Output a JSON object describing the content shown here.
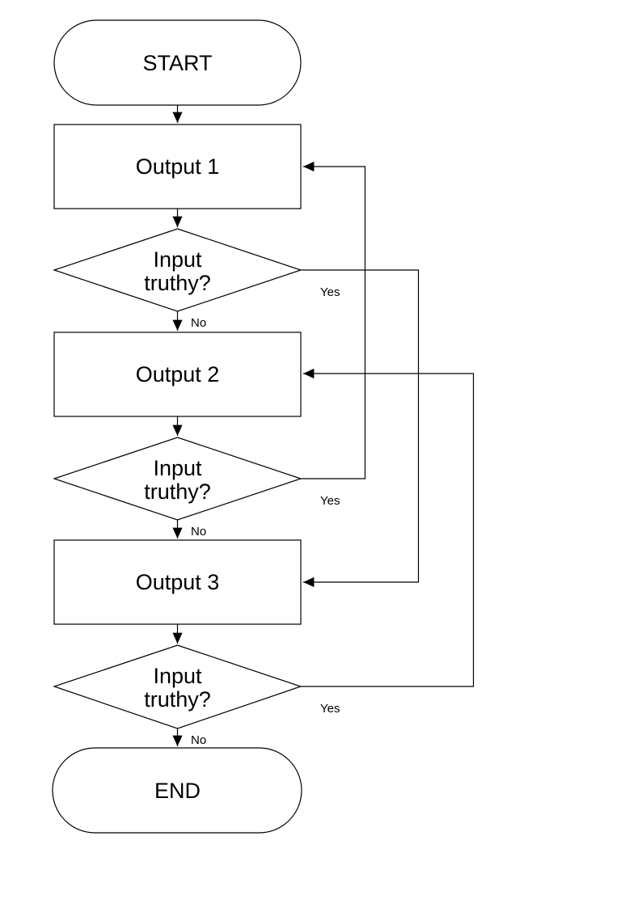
{
  "diagram": {
    "type": "flowchart",
    "background": "#ffffff",
    "colors": {
      "stroke": "#000000",
      "node_fill": "#ffffff",
      "text": "#000000"
    },
    "nodes": [
      {
        "id": "start",
        "shape": "terminator",
        "label": "START"
      },
      {
        "id": "output1",
        "shape": "process",
        "label": "Output 1"
      },
      {
        "id": "decision1",
        "shape": "decision",
        "label": "Input truthy?",
        "line1": "Input",
        "line2": "truthy?"
      },
      {
        "id": "output2",
        "shape": "process",
        "label": "Output 2"
      },
      {
        "id": "decision2",
        "shape": "decision",
        "label": "Input truthy?",
        "line1": "Input",
        "line2": "truthy?"
      },
      {
        "id": "output3",
        "shape": "process",
        "label": "Output 3"
      },
      {
        "id": "decision3",
        "shape": "decision",
        "label": "Input truthy?",
        "line1": "Input",
        "line2": "truthy?"
      },
      {
        "id": "end",
        "shape": "terminator",
        "label": "END"
      }
    ],
    "edges": [
      {
        "from": "start",
        "to": "output1",
        "label": ""
      },
      {
        "from": "output1",
        "to": "decision1",
        "label": ""
      },
      {
        "from": "decision1",
        "to": "output2",
        "label": "No"
      },
      {
        "from": "decision1",
        "to": "output3",
        "label": "Yes"
      },
      {
        "from": "output2",
        "to": "decision2",
        "label": ""
      },
      {
        "from": "decision2",
        "to": "output3",
        "label": "No"
      },
      {
        "from": "decision2",
        "to": "output1",
        "label": "Yes"
      },
      {
        "from": "output3",
        "to": "decision3",
        "label": ""
      },
      {
        "from": "decision3",
        "to": "end",
        "label": "No"
      },
      {
        "from": "decision3",
        "to": "output2",
        "label": "Yes"
      }
    ]
  }
}
